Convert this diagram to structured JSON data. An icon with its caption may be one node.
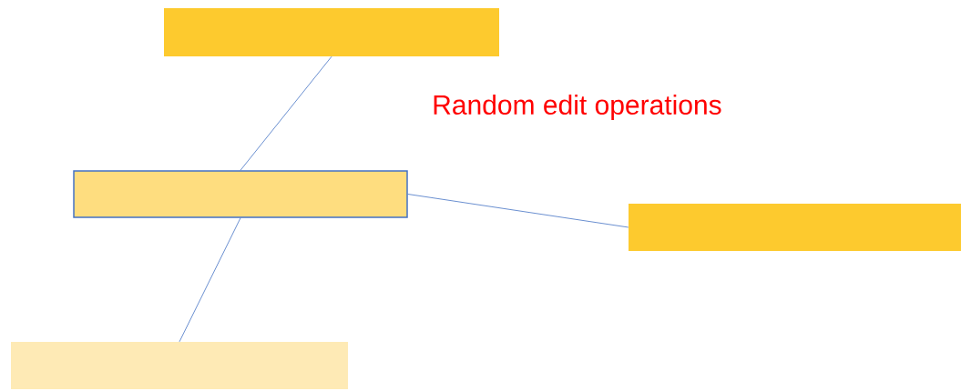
{
  "diagram": {
    "nodes": [
      {
        "text": [],
        "shape": "bar"
      },
      {
        "text": [],
        "shape": "bar"
      },
      {
        "text": [],
        "shape": "bar"
      },
      {
        "text": [],
        "shape": "bar"
      }
    ],
    "edges": [
      {
        "from": 0,
        "to": 1,
        "arrow": "none"
      },
      {
        "from": 1,
        "to": 2,
        "arrow": "none"
      },
      {
        "from": 1,
        "to": 3,
        "arrow": "none"
      }
    ],
    "labels": [
      "Random edit operations"
    ]
  }
}
